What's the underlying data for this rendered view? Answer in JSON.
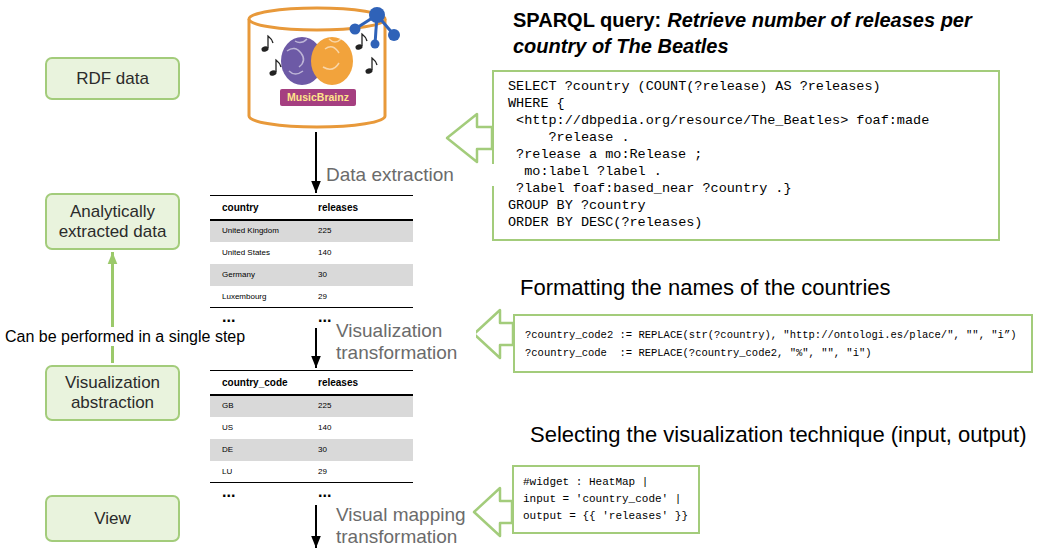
{
  "diagram": {
    "nodes": [
      {
        "text": [
          "RDF data"
        ]
      },
      {
        "text": [
          "MusicBrainz"
        ]
      },
      {
        "text": [
          "SPARQL query:",
          "Retrieve number of releases per country of The Beatles",
          "SELECT ?country (COUNT(?release) AS ?releases)",
          "WHERE {",
          "<http://dbpedia.org/resource/The_Beatles> foaf:made",
          "?release .",
          "?release a mo:Release ;",
          "mo:label ?label .",
          "?label foaf:based_near ?country .}",
          "GROUP BY ?country",
          "ORDER BY DESC(?releases)"
        ]
      },
      {
        "text": [
          "Analytically extracted data"
        ]
      },
      {
        "text": [
          "country",
          "releases",
          "United Kingdom",
          "225",
          "United States",
          "140",
          "Germany",
          "30",
          "Luxembourg",
          "29",
          "...",
          "..."
        ]
      },
      {
        "text": [
          "Formatting the names of the countries",
          "?country_code2 := REPLACE(str(?country), \"http://ontologi.es/place/\", \"\", \"i”)",
          "?country_code  := REPLACE(?country_code2, \"%\", \"\", \"i\")"
        ]
      },
      {
        "text": [
          "Visualization abstraction"
        ]
      },
      {
        "text": [
          "country_code",
          "releases",
          "GB",
          "225",
          "US",
          "140",
          "DE",
          "30",
          "LU",
          "29",
          "...",
          "..."
        ]
      },
      {
        "text": [
          "Selecting the visualization technique (input, output)",
          "#widget : HeatMap |",
          "input = 'country_code' |",
          "output = {{ 'releases' }}"
        ]
      },
      {
        "text": [
          "View"
        ]
      }
    ],
    "edges": [
      {
        "from": 1,
        "to": 4,
        "arrow": "to",
        "label": "Data extraction"
      },
      {
        "from": 4,
        "to": 7,
        "arrow": "to",
        "label": "Visualization transformation"
      },
      {
        "from": 6,
        "to": 3,
        "arrow": "to",
        "label": "Can be performed in a single step"
      }
    ],
    "labels": [
      "Visual mapping transformation"
    ]
  }
}
